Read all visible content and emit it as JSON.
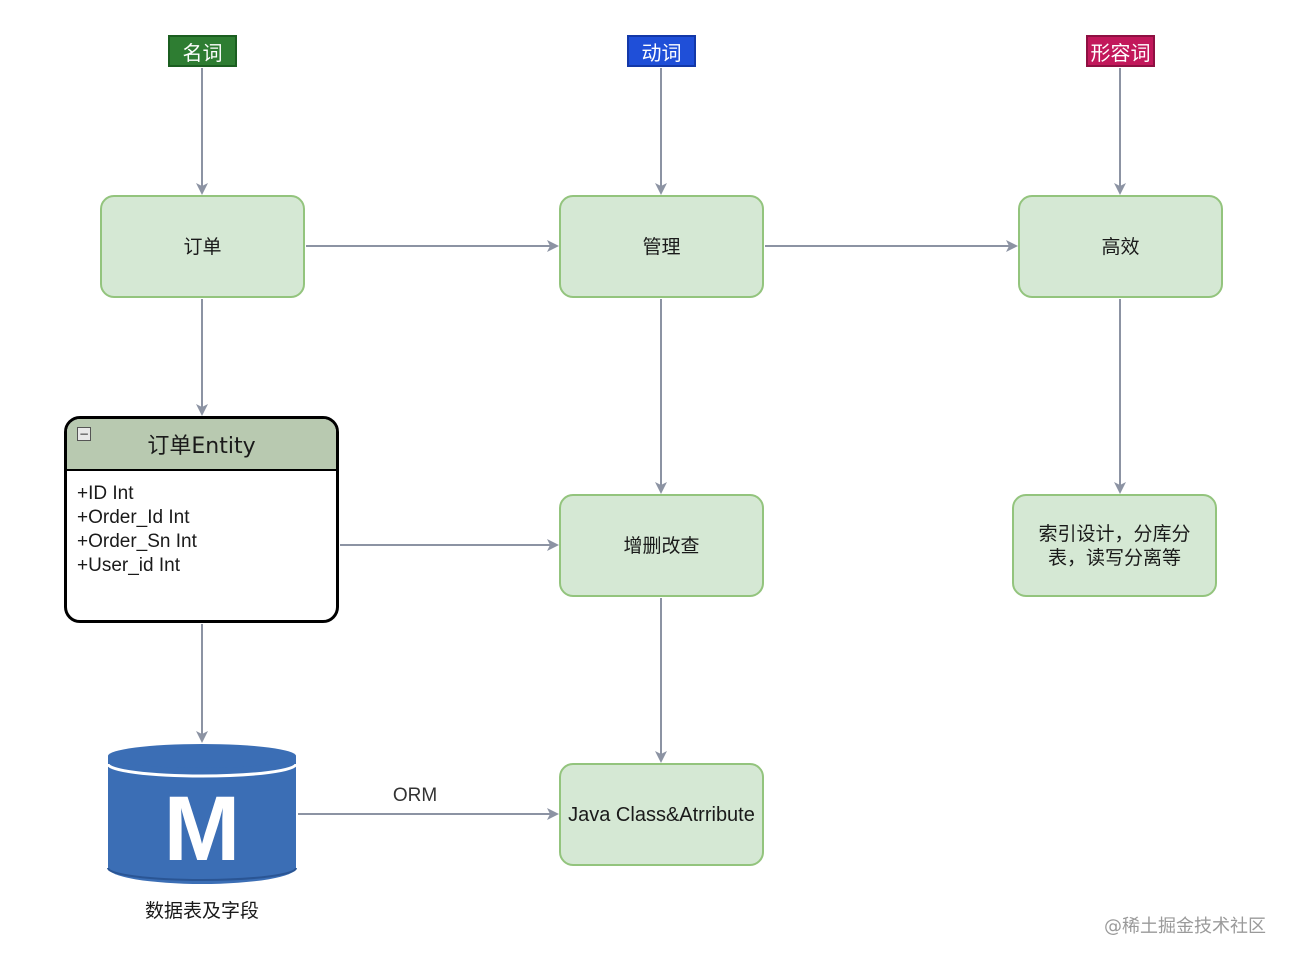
{
  "tags": {
    "noun": "名词",
    "verb": "动词",
    "adjective": "形容词"
  },
  "nodes": {
    "order": "订单",
    "manage": "管理",
    "efficient": "高效",
    "crud": "增删改查",
    "index": "索引设计，分库分表，读写分离等",
    "java": "Java Class&Atrribute"
  },
  "entity": {
    "title": "订单Entity",
    "fields": [
      "+ID Int",
      "+Order_Id Int",
      "+Order_Sn Int",
      "+User_id Int"
    ]
  },
  "database": {
    "label": "数据表及字段",
    "icon": "mysql-database-icon",
    "glyph": "M"
  },
  "edges": {
    "orm_label": "ORM"
  },
  "watermark": "@稀土掘金技术社区",
  "colors": {
    "noun_tag": "#2e7d32",
    "verb_tag": "#1f4fd8",
    "adjective_tag": "#c2185b",
    "node_fill": "#d5e8d4",
    "node_border": "#93c47d",
    "arrow": "#8c93a3",
    "db_blue": "#3b6eb5"
  }
}
